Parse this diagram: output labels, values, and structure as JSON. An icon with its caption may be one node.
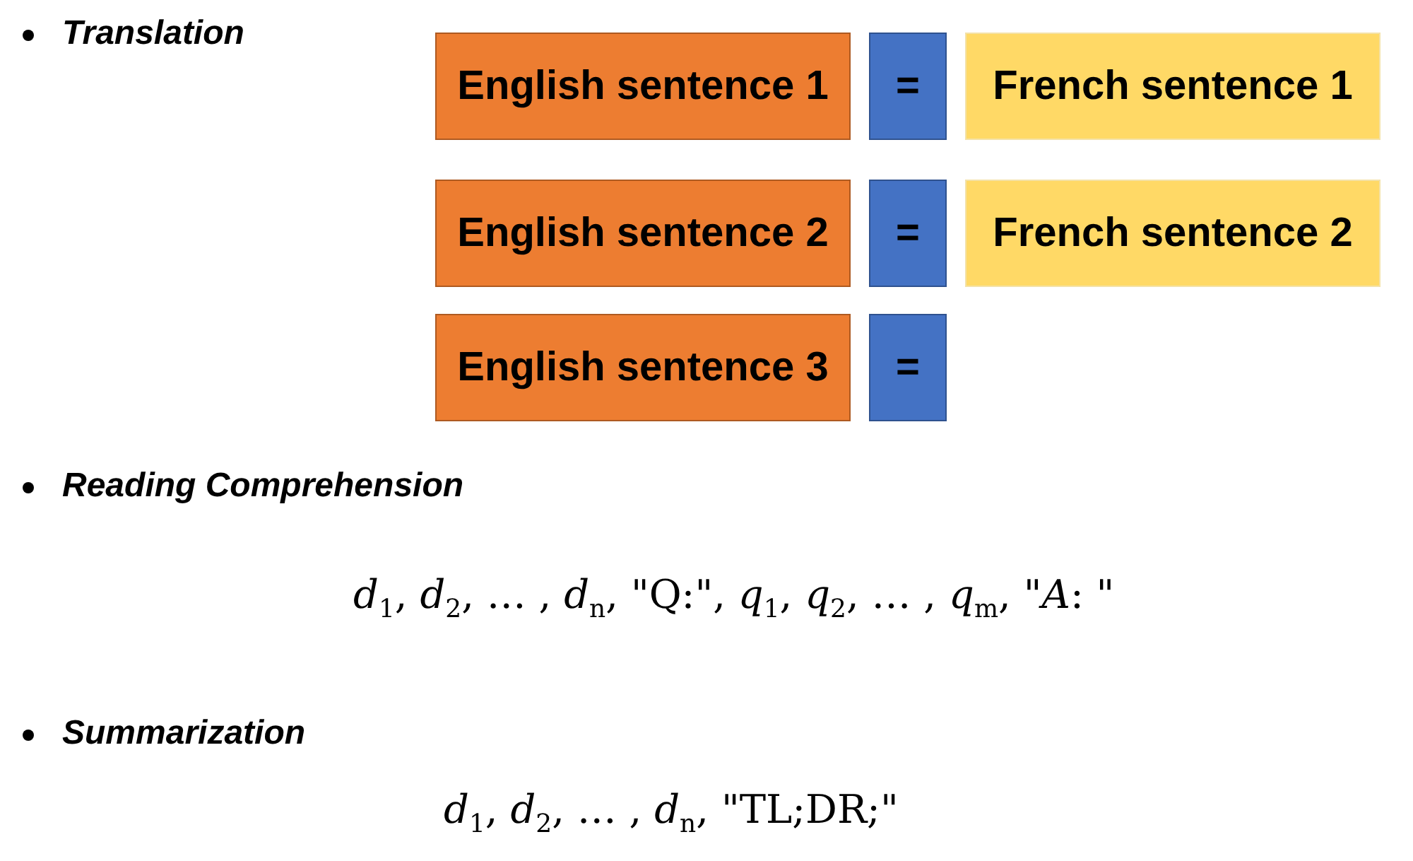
{
  "diagram": {
    "nodes": [
      {
        "text": [
          "English sentence 1"
        ]
      },
      {
        "text": [
          "="
        ]
      },
      {
        "text": [
          "French sentence 1"
        ]
      },
      {
        "text": [
          "English sentence 2"
        ]
      },
      {
        "text": [
          "="
        ]
      },
      {
        "text": [
          "French sentence 2"
        ]
      },
      {
        "text": [
          "English sentence 3"
        ]
      },
      {
        "text": [
          "="
        ]
      }
    ],
    "labels": [
      "Translation",
      "Reading Comprehension",
      "*d*$_{1}$, *d*$_{2}$, … , *d*$_{n}$, \"Q:\", *q*$_{1}$, *q*$_{2}$, … , *q*$_{m}$, \"*A*: \"",
      "Summarization",
      "*d*$_{1}$, *d*$_{2}$, … , *d*$_{n}$, \"TL;DR;\""
    ]
  }
}
